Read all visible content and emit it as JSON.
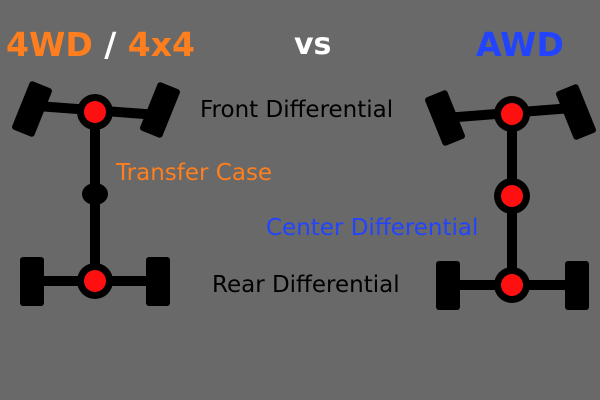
{
  "title": {
    "left_part1": "4WD",
    "left_slash": " / ",
    "left_part2": "4x4",
    "vs": "vs",
    "right": "AWD"
  },
  "labels": {
    "front_differential": "Front Differential",
    "transfer_case": "Transfer Case",
    "center_differential": "Center Differential",
    "rear_differential": "Rear Differential"
  },
  "colors": {
    "background": "#696969",
    "four_wd_accent": "#ff7f1e",
    "awd_accent": "#2244ff",
    "drivetrain": "#000000",
    "differential": "#ff1010",
    "neutral_text": "#ffffff",
    "label_text": "#000000"
  }
}
